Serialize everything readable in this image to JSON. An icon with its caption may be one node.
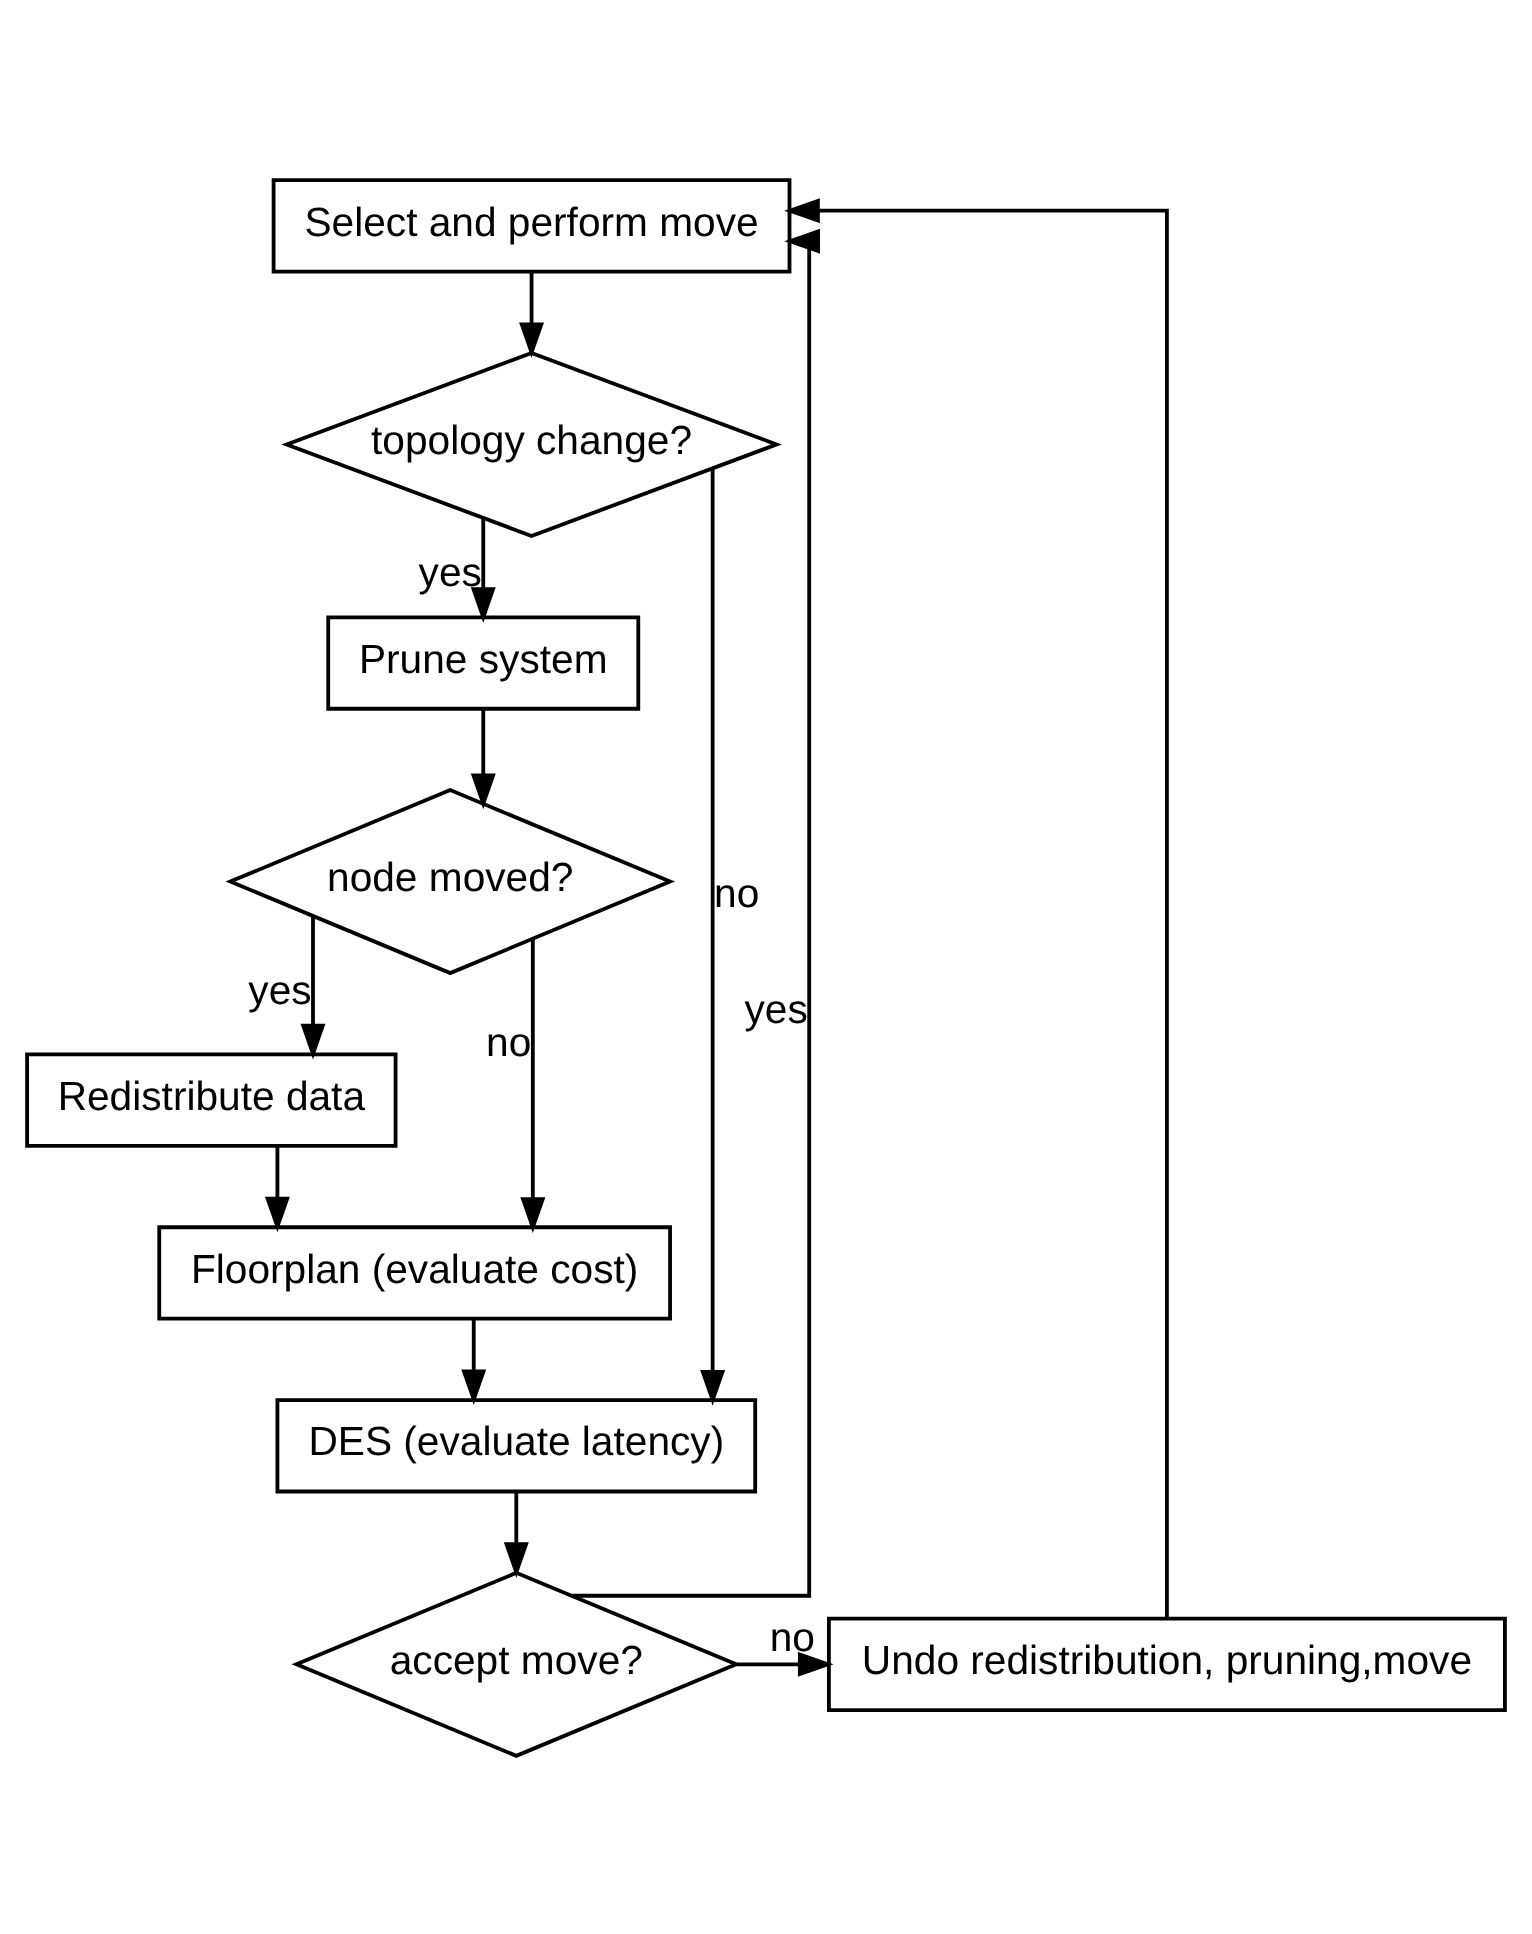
{
  "diagram": {
    "nodes": [
      {
        "text": [
          "Select and perform move"
        ]
      },
      {
        "text": [
          "topology change?"
        ]
      },
      {
        "text": [
          "Prune system"
        ]
      },
      {
        "text": [
          "node moved?"
        ]
      },
      {
        "text": [
          "Redistribute data"
        ]
      },
      {
        "text": [
          "Floorplan (evaluate cost)"
        ]
      },
      {
        "text": [
          "DES (evaluate latency)"
        ]
      },
      {
        "text": [
          "accept move?"
        ]
      },
      {
        "text": [
          "Undo redistribution, pruning,move"
        ]
      }
    ],
    "edges": [
      {
        "from": 0,
        "to": 1,
        "arrow": "to"
      },
      {
        "from": 1,
        "to": 2,
        "arrow": "to",
        "label": "yes"
      },
      {
        "from": 1,
        "to": 6,
        "arrow": "to",
        "label": "no"
      },
      {
        "from": 2,
        "to": 3,
        "arrow": "to"
      },
      {
        "from": 3,
        "to": 4,
        "arrow": "to",
        "label": "yes"
      },
      {
        "from": 3,
        "to": 5,
        "arrow": "to",
        "label": "no"
      },
      {
        "from": 4,
        "to": 5,
        "arrow": "to"
      },
      {
        "from": 5,
        "to": 6,
        "arrow": "to"
      },
      {
        "from": 6,
        "to": 7,
        "arrow": "to"
      },
      {
        "from": 7,
        "to": 0,
        "arrow": "to",
        "label": "yes"
      },
      {
        "from": 7,
        "to": 8,
        "arrow": "to",
        "label": "no"
      },
      {
        "from": 8,
        "to": 0,
        "arrow": "to"
      }
    ]
  }
}
